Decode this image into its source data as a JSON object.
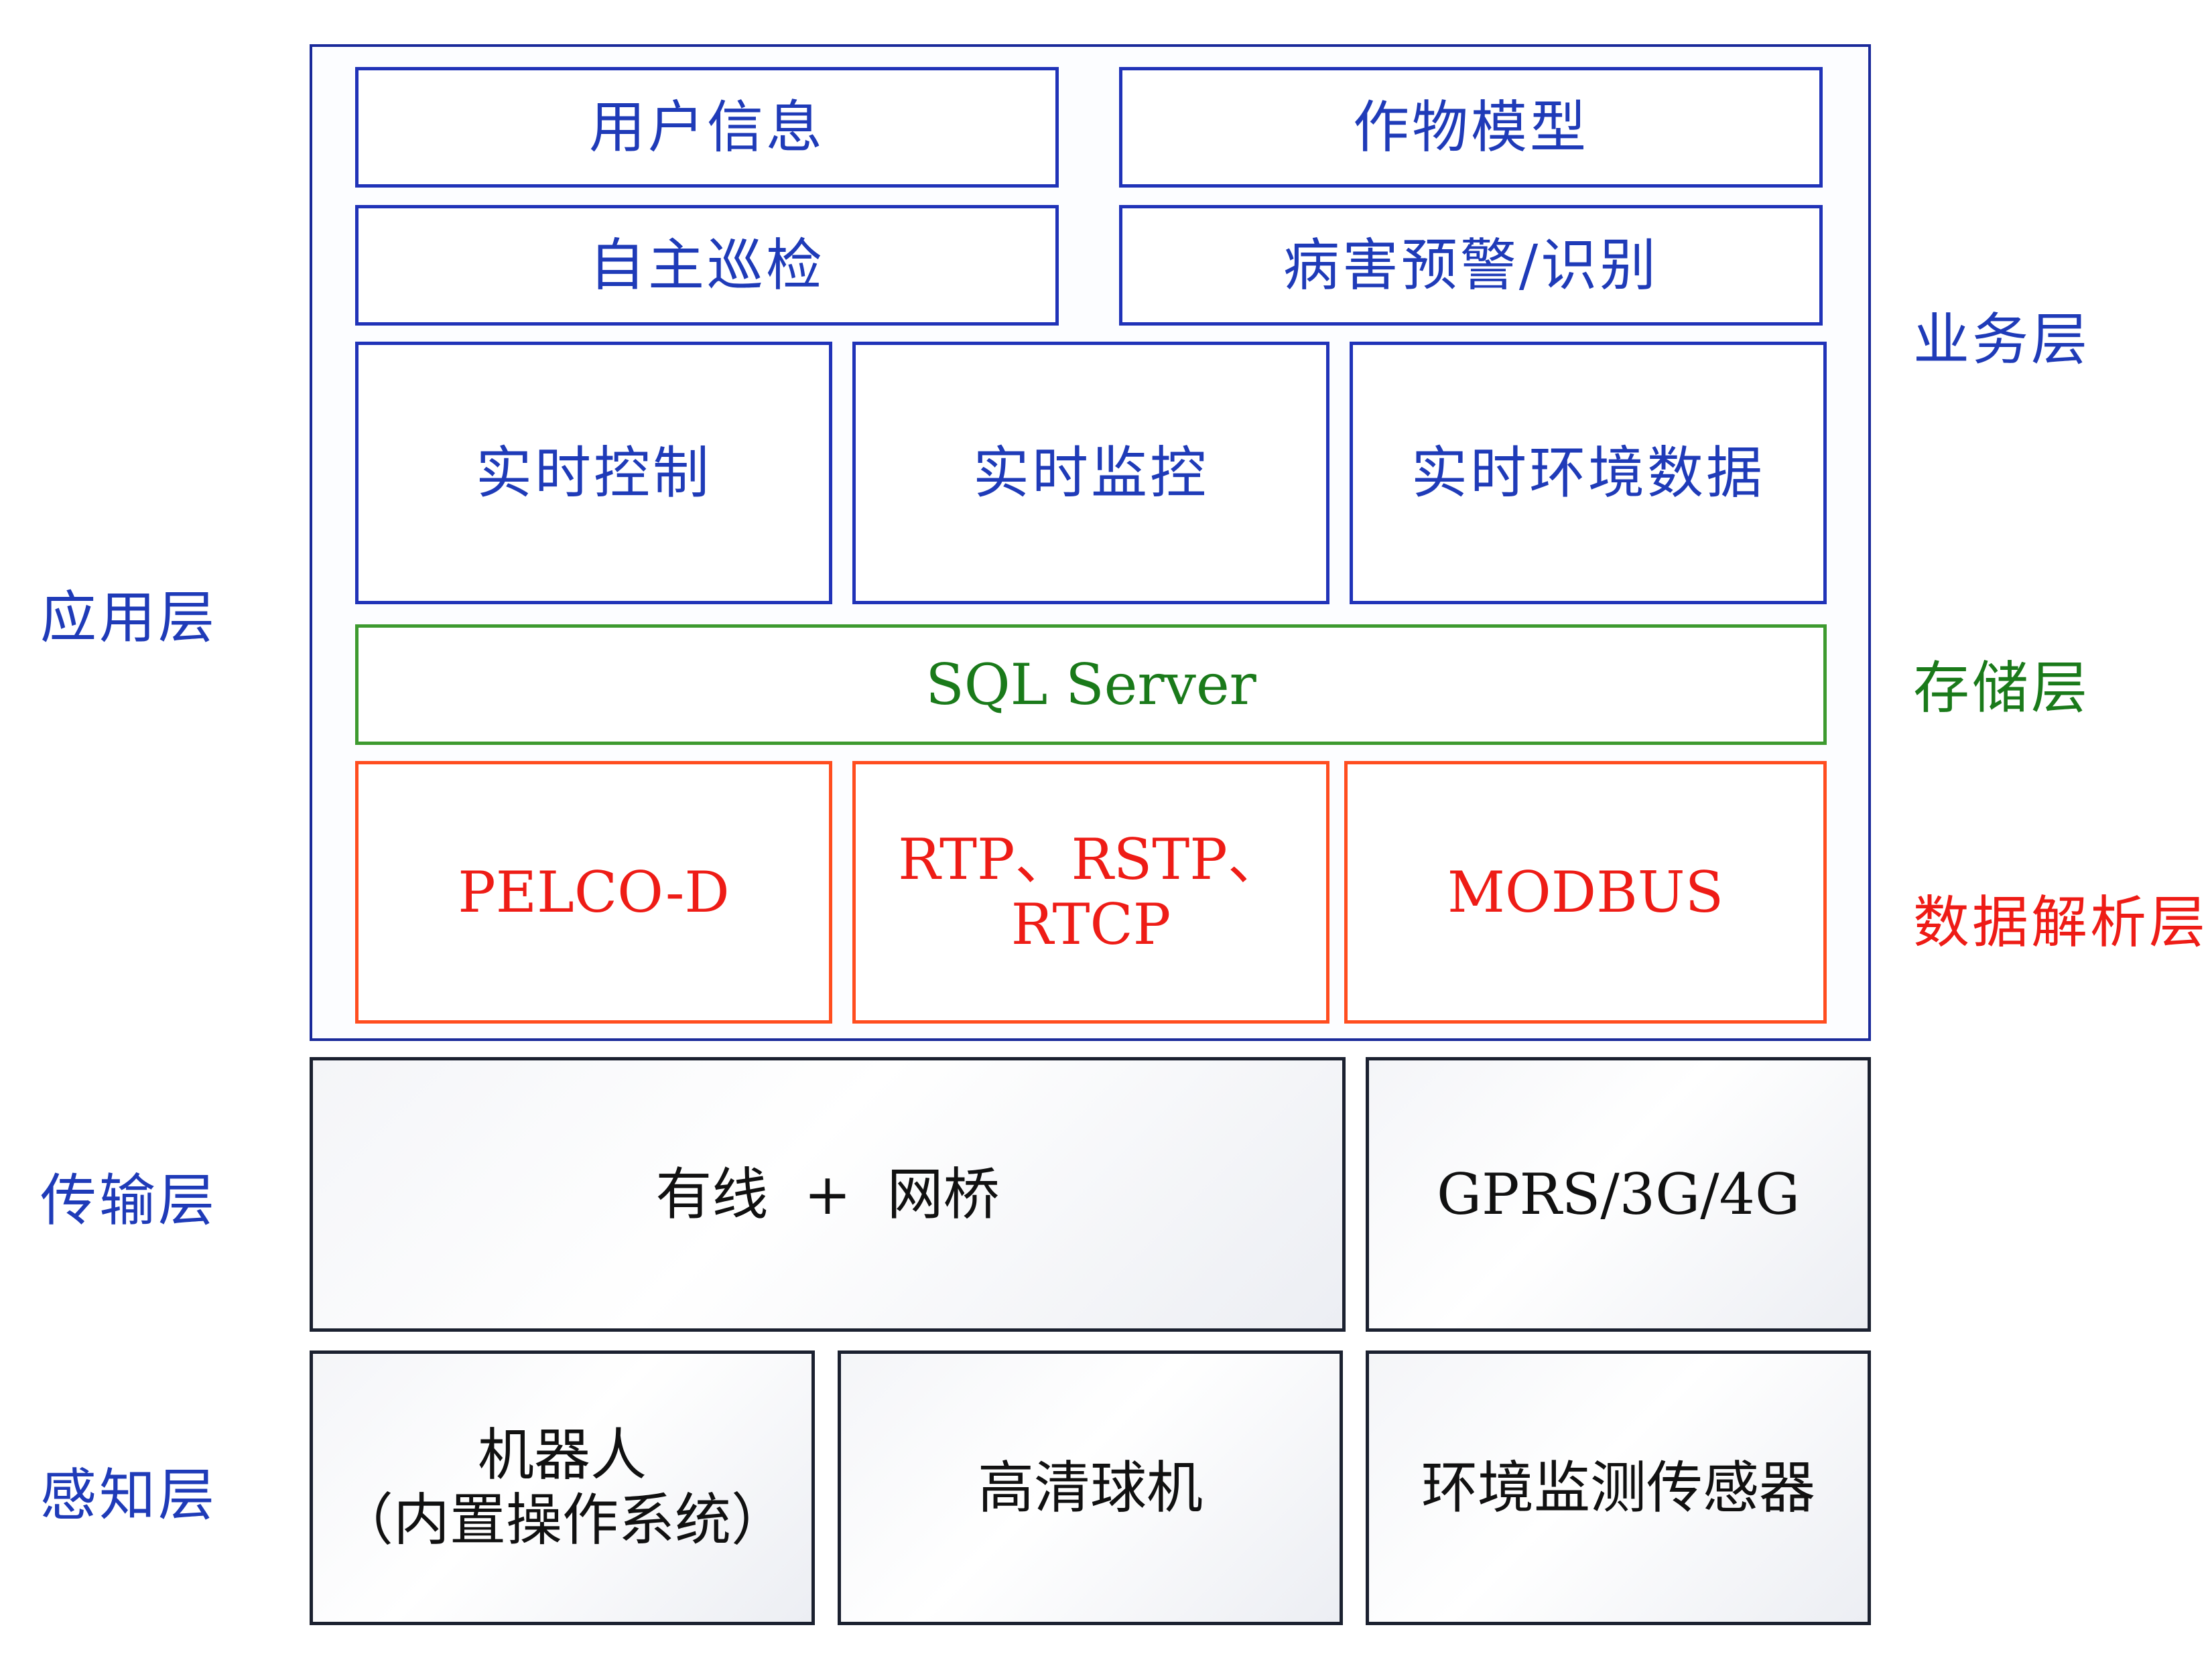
{
  "left_labels": {
    "application": "应用层",
    "transport": "传输层",
    "perception": "感知层"
  },
  "right_labels": {
    "business": "业务层",
    "storage": "存储层",
    "parsing": "数据解析层"
  },
  "business": {
    "user_info": "用户信息",
    "crop_model": "作物模型",
    "auto_patrol": "自主巡检",
    "disease_warning": "病害预警/识别",
    "realtime_control": "实时控制",
    "realtime_monitor": "实时监控",
    "realtime_env_data": "实时环境数据"
  },
  "storage": {
    "db": "SQL Server"
  },
  "parsing": {
    "pelco": "PELCO-D",
    "rtp_line1": "RTP、RSTP、",
    "rtp_line2": "RTCP",
    "modbus": "MODBUS"
  },
  "transport": {
    "wired": "有线  +  网桥",
    "wireless": "GPRS/3G/4G"
  },
  "perception": {
    "robot_line1": "机器人",
    "robot_line2": "（内置操作系统）",
    "hd_dome_camera": "高清球机",
    "env_sensor": "环境监测传感器"
  }
}
